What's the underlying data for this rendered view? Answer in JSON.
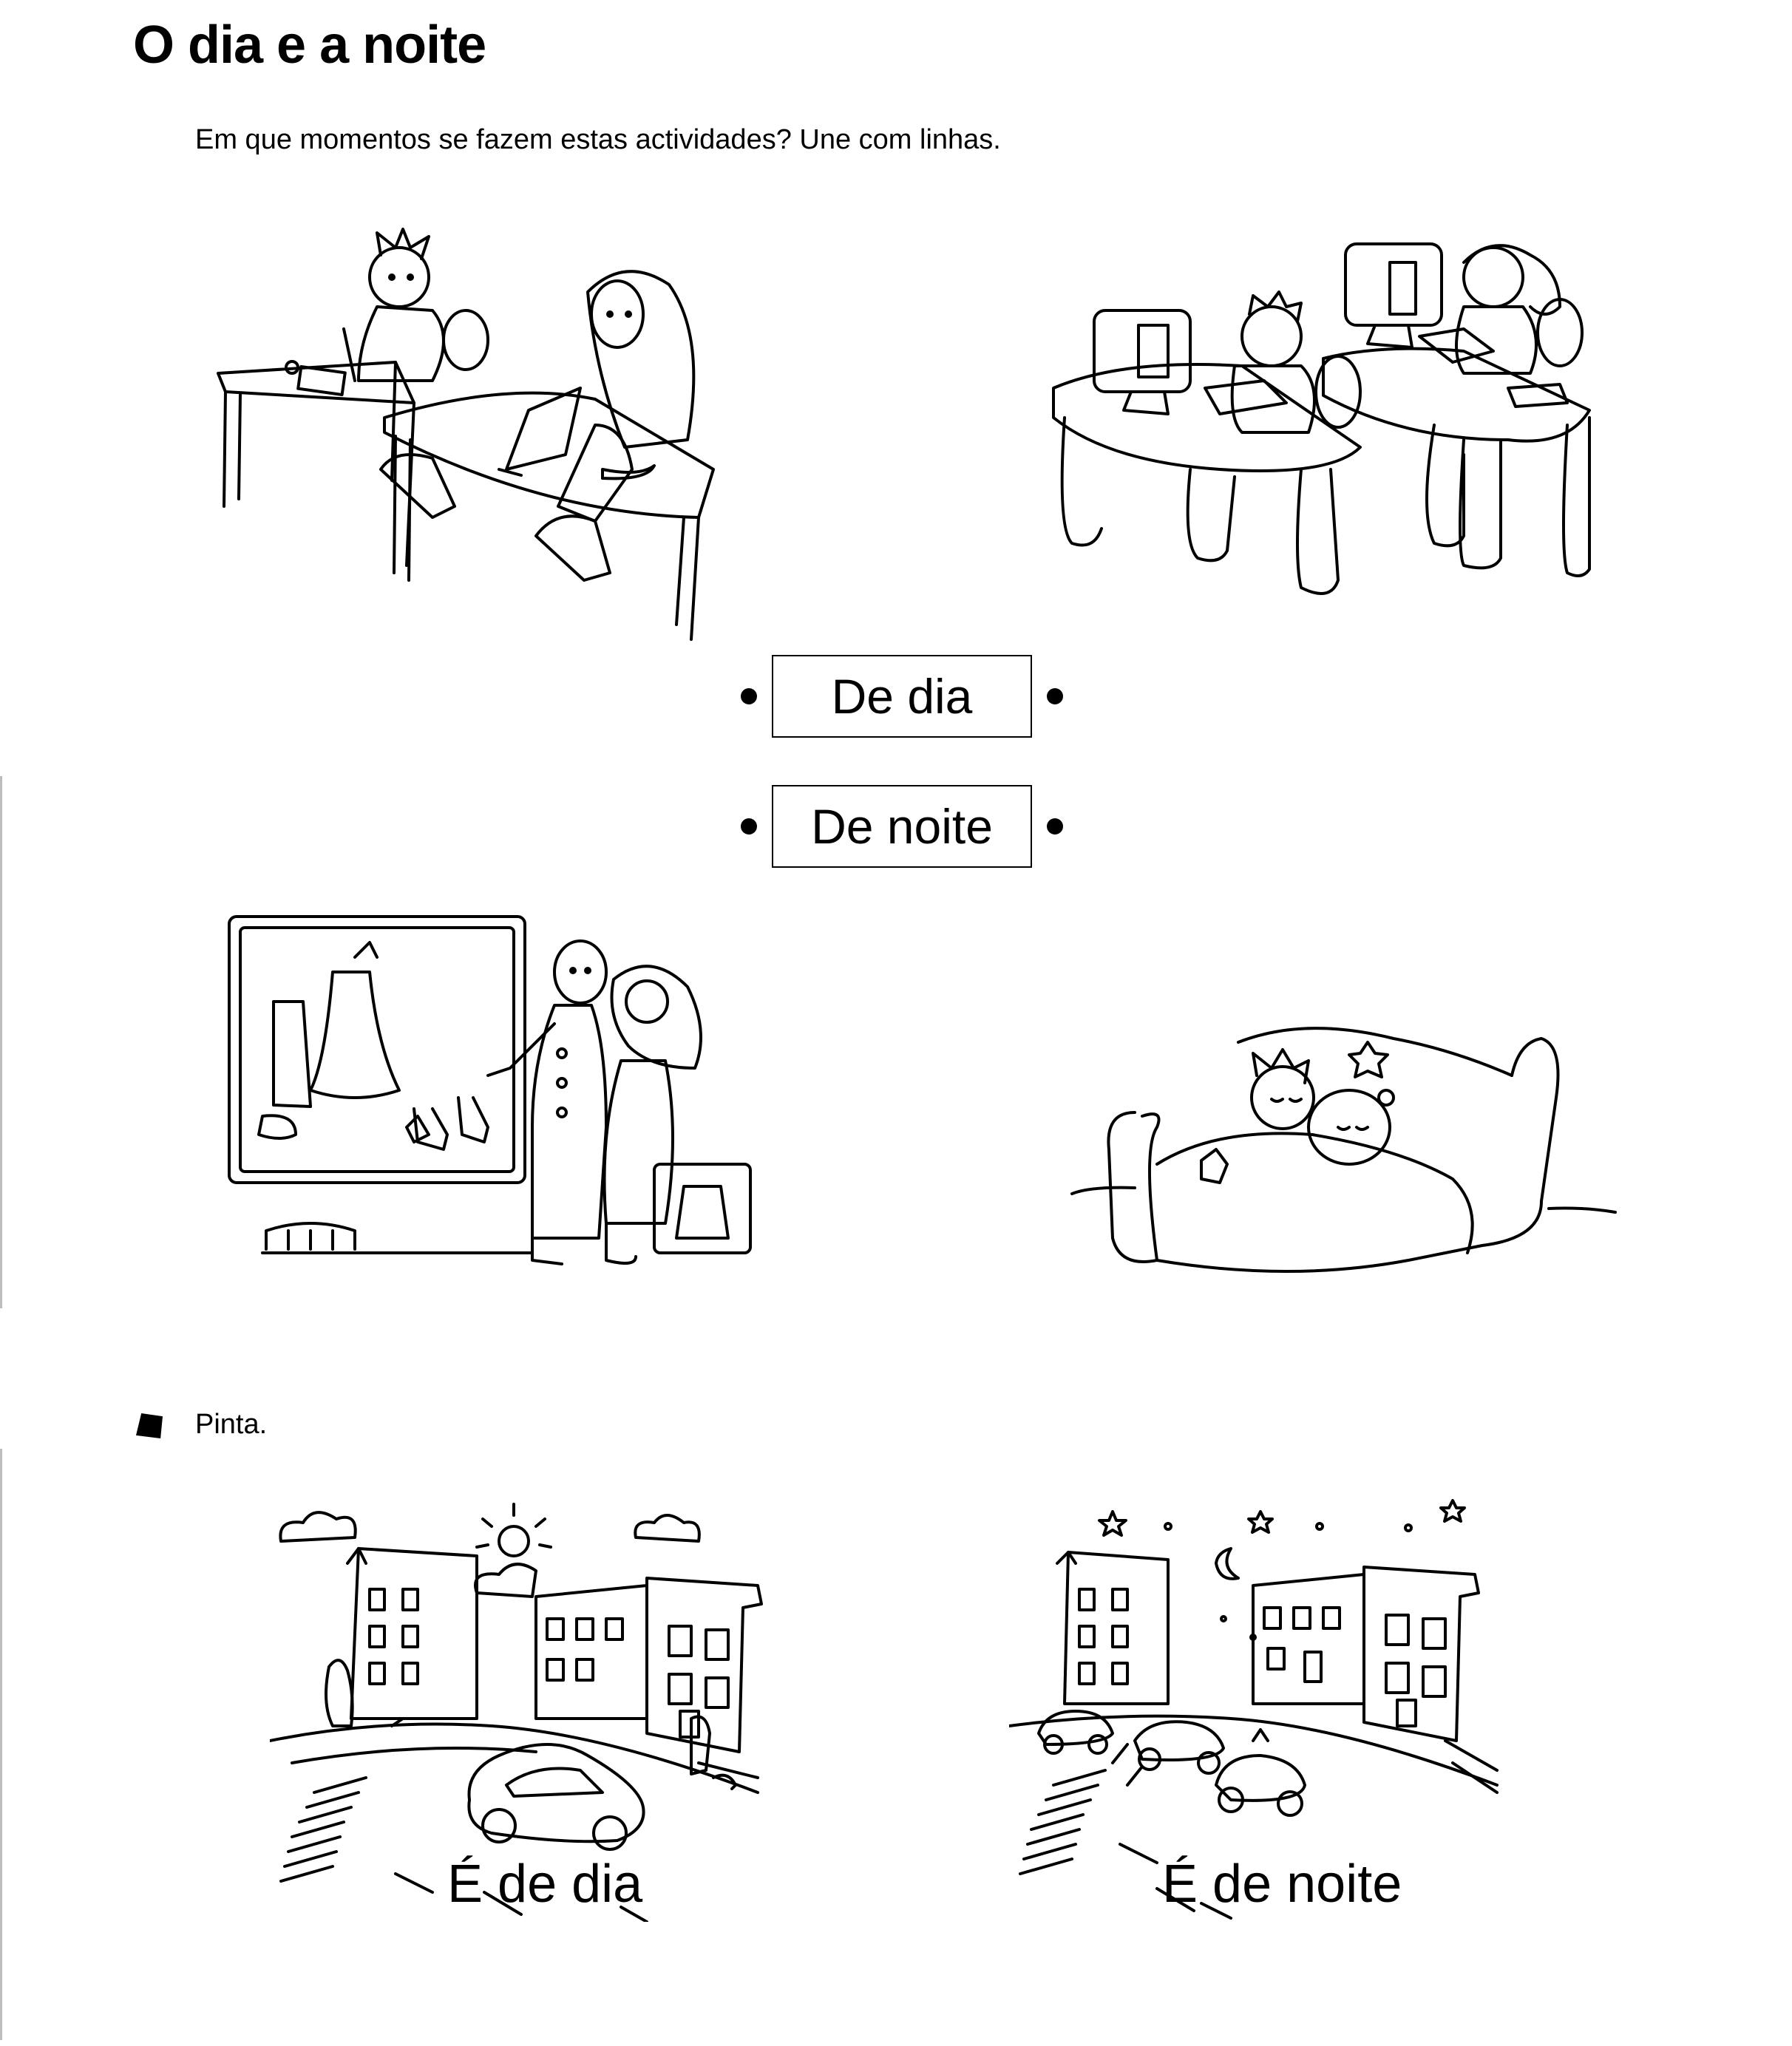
{
  "title": "O dia e a noite",
  "instruction": "Em que momentos se fazem estas actividades? Une com linhas.",
  "match_labels": {
    "day": "De dia",
    "night": "De noite"
  },
  "illustrations": {
    "school": "children-at-school-desks",
    "computers": "children-at-computers",
    "shopping": "people-shopping-at-window",
    "sleeping": "children-sleeping-in-bed",
    "day_scene": "street-scene-day",
    "night_scene": "street-scene-night"
  },
  "paint_instruction": "Pinta.",
  "captions": {
    "day": "É de dia",
    "night": "É de noite"
  }
}
